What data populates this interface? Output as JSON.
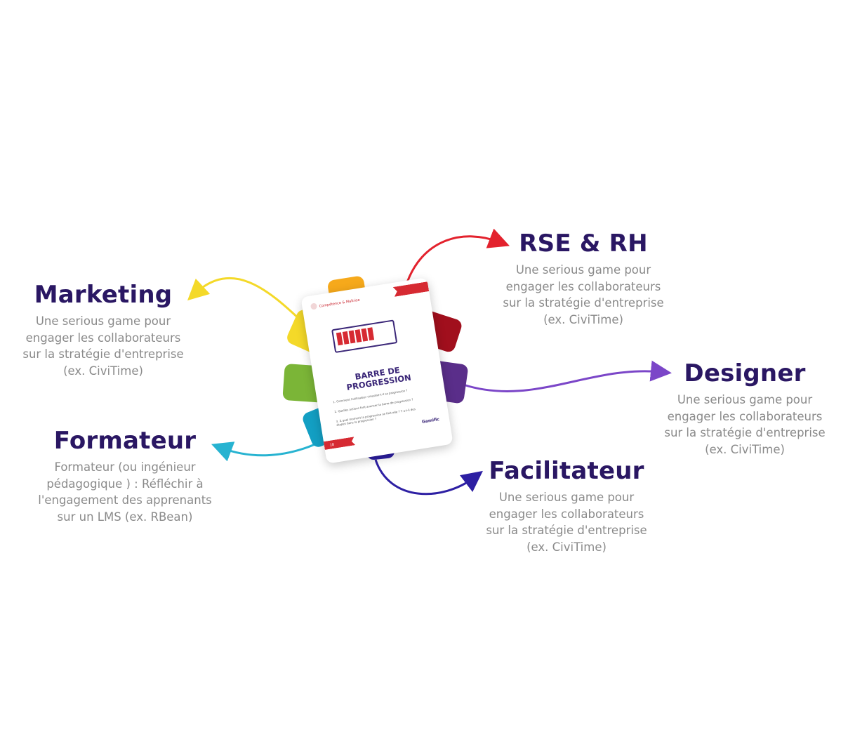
{
  "colors": {
    "title": "#2a1763",
    "desc": "#8a8a8a",
    "marketing": "#f4d929",
    "rse": "#e3222d",
    "designer": "#7b46c8",
    "facilitateur": "#2d1fa3",
    "formateur": "#27b3d1",
    "tab_green": "#7bb537",
    "tab_darkred": "#a10f1d",
    "tab_purple": "#5a2e8a",
    "tab_orange": "#f6a91b",
    "tab_teal": "#139fc3",
    "card_red": "#d62a32",
    "card_purple": "#3b2778"
  },
  "roles": {
    "marketing": {
      "title": "Marketing",
      "desc": "Une serious game pour\nengager les collaborateurs\nsur la stratégie d'entreprise\n(ex. CiviTime)"
    },
    "rse": {
      "title": "RSE & RH",
      "desc": "Une serious game pour\nengager les collaborateurs\nsur la stratégie d'entreprise\n(ex. CiviTime)"
    },
    "designer": {
      "title": "Designer",
      "desc": "Une serious game pour\nengager les collaborateurs\nsur la stratégie d'entreprise\n(ex. CiviTime)"
    },
    "formateur": {
      "title": "Formateur",
      "desc": "Formateur (ou ingénieur\npédagogique ) : Réfléchir à\nl'engagement des apprenants\nsur un LMS (ex. RBean)"
    },
    "facilitateur": {
      "title": "Facilitateur",
      "desc": "Une serious game pour\nengager les collaborateurs\nsur la stratégie d'entreprise\n(ex. CiviTime)"
    }
  },
  "card": {
    "category": "Compétence & Maîtrise",
    "title_line1": "BARRE DE",
    "title_line2": "PROGRESSION",
    "questions": [
      "1. Comment l'utilisateur visualise-t-il sa progression ?",
      "2. Quelles actions font avancer la barre de progression ?",
      "3. À quel moment la progression se finit-elle ? Y a-t-il des étapes dans la progression ?"
    ],
    "number": "18",
    "logo": "Gamific"
  }
}
